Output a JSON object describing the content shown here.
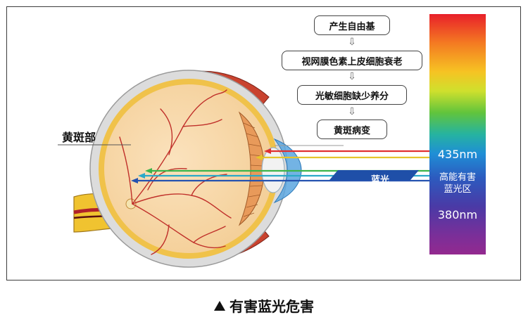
{
  "labels": {
    "macula": "黄斑部",
    "blue_light": "蓝光"
  },
  "flow": {
    "steps": [
      "产生自由基",
      "视网膜色素上皮细胞衰老",
      "光敏细胞缺少养分",
      "黄斑病变"
    ],
    "arrow_glyph": "⇩"
  },
  "spectrum": {
    "top_nm": "435nm",
    "zone_line1": "高能有害",
    "zone_line2": "蓝光区",
    "bottom_nm": "380nm"
  },
  "caption": "有害蓝光危害",
  "colors": {
    "ray_red": "#e03030",
    "ray_yellow": "#e6c52a",
    "ray_green": "#3cb44a",
    "ray_teal": "#2aa9c8",
    "ray_blue": "#2553b0",
    "banner": "#1f4fa8"
  }
}
